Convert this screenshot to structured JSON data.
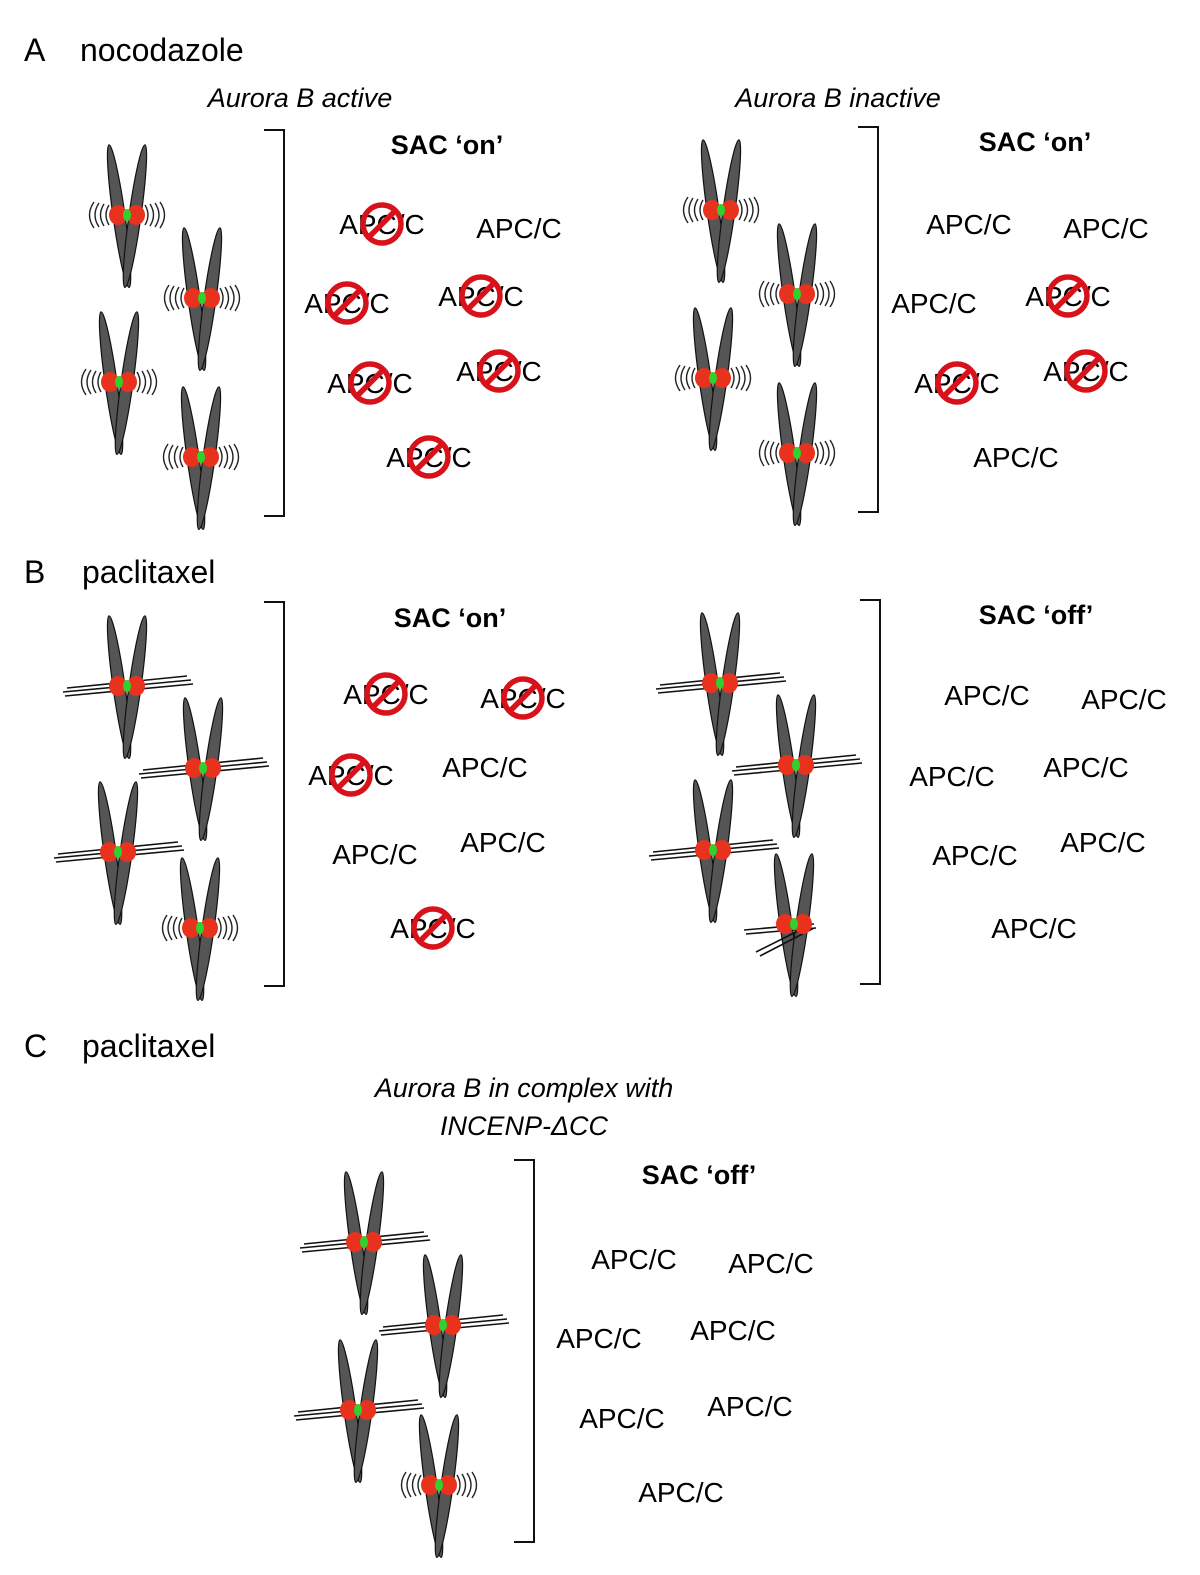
{
  "apc_label": "APC/C",
  "colors": {
    "kinetochore": "#e8321e",
    "centromere": "#2fd12f",
    "inhibit": "#d8121a",
    "chromatid": "#444444"
  },
  "panels": {
    "A": {
      "letter": "A",
      "drug": "nocodazole",
      "left": {
        "condition": "Aurora B active",
        "sac": "SAC ‘on’",
        "apc_inhibited": [
          true,
          false,
          true,
          true,
          true,
          true,
          true
        ]
      },
      "right": {
        "condition": "Aurora B inactive",
        "sac": "SAC ‘on’",
        "apc_inhibited": [
          false,
          false,
          false,
          true,
          true,
          true,
          false
        ]
      }
    },
    "B": {
      "letter": "B",
      "drug": "paclitaxel",
      "left": {
        "sac": "SAC ‘on’",
        "apc_inhibited": [
          true,
          true,
          true,
          false,
          false,
          false,
          true
        ]
      },
      "right": {
        "sac": "SAC ‘off’",
        "apc_inhibited": [
          false,
          false,
          false,
          false,
          false,
          false,
          false
        ]
      }
    },
    "C": {
      "letter": "C",
      "drug": "paclitaxel",
      "condition_line1": "Aurora B in complex with",
      "condition_line2": "INCENP-ΔCC",
      "sac": "SAC ‘off’",
      "apc_inhibited": [
        false,
        false,
        false,
        false,
        false,
        false,
        false
      ]
    }
  }
}
